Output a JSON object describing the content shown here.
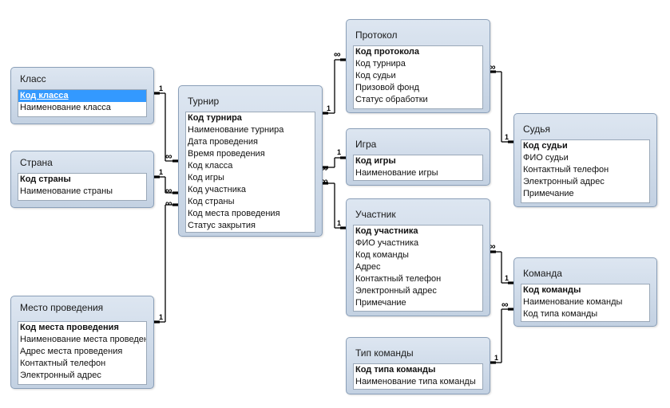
{
  "tables": {
    "klass": {
      "title": "Класс",
      "fields": [
        "Код класса",
        "Наименование класса"
      ]
    },
    "strana": {
      "title": "Страна",
      "fields": [
        "Код страны",
        "Наименование страны"
      ]
    },
    "mesto": {
      "title": "Место проведения",
      "fields": [
        "Код места проведения",
        "Наименование места проведения",
        "Адрес места проведения",
        "Контактный телефон",
        "Электронный адрес"
      ]
    },
    "turnir": {
      "title": "Турнир",
      "fields": [
        "Код турнира",
        "Наименование турнира",
        "Дата проведения",
        "Время проведения",
        "Код класса",
        "Код игры",
        "Код участника",
        "Код страны",
        "Код места проведения",
        "Статус закрытия"
      ]
    },
    "protokol": {
      "title": "Протокол",
      "fields": [
        "Код протокола",
        "Код турнира",
        "Код судьи",
        "Призовой фонд",
        "Статус обработки"
      ]
    },
    "igra": {
      "title": "Игра",
      "fields": [
        "Код игры",
        "Наименование игры"
      ]
    },
    "uchastnik": {
      "title": "Участник",
      "fields": [
        "Код участника",
        "ФИО участника",
        "Код команды",
        "Адрес",
        "Контактный телефон",
        "Электронный адрес",
        "Примечание"
      ]
    },
    "tip": {
      "title": "Тип команды",
      "fields": [
        "Код типа команды",
        "Наименование типа команды"
      ]
    },
    "sudya": {
      "title": "Судья",
      "fields": [
        "Код судьи",
        "ФИО судьи",
        "Контактный телефон",
        "Электронный адрес",
        "Примечание"
      ]
    },
    "komanda": {
      "title": "Команда",
      "fields": [
        "Код команды",
        "Наименование команды",
        "Код типа команды"
      ]
    }
  },
  "cardinality": {
    "one": "1",
    "many": "∞"
  }
}
